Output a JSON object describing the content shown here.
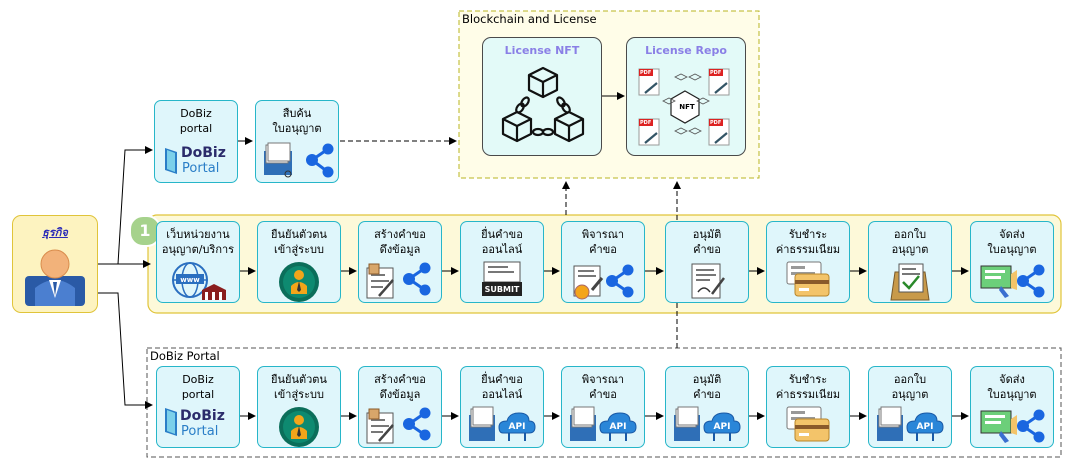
{
  "actor": {
    "label": "ธุรกิจ"
  },
  "top_row": {
    "dobiz_portal": {
      "line1": "DoBiz",
      "line2": "portal",
      "logo_top": "DoBiz",
      "logo_bottom": "Portal"
    },
    "search": {
      "line1": "สืบค้น",
      "line2": "ใบอนุญาต"
    }
  },
  "blockchain": {
    "title": "Blockchain and License",
    "nft_label": "License NFT",
    "repo_label": "License Repo",
    "repo_center": "NFT",
    "pdf_tag": "PDF"
  },
  "process1": {
    "number": "1",
    "steps": [
      {
        "line1": "เว็บหน่วยงาน",
        "line2": "อนุญาต/บริการ",
        "icon": "web-government-icon",
        "www": "www"
      },
      {
        "line1": "ยืนยันตัวตน",
        "line2": "เข้าสู่ระบบ",
        "icon": "user-check-icon"
      },
      {
        "line1": "สร้างคำขอ",
        "line2": "ดึงข้อมูล",
        "icon": "form-share-icon"
      },
      {
        "line1": "ยื่นคำขอ",
        "line2": "ออนไลน์",
        "icon": "submit-icon",
        "submit": "SUBMIT"
      },
      {
        "line1": "พิจารณา",
        "line2": "คำขอ",
        "icon": "review-icon"
      },
      {
        "line1": "อนุมัติ",
        "line2": "คำขอ",
        "icon": "approve-icon"
      },
      {
        "line1": "รับชำระ",
        "line2": "ค่าธรรมเนียม",
        "icon": "payment-icon"
      },
      {
        "line1": "ออกใบ",
        "line2": "อนุญาต",
        "icon": "issue-license-icon"
      },
      {
        "line1": "จัดส่ง",
        "line2": "ใบอนุญาต",
        "icon": "deliver-license-icon"
      }
    ]
  },
  "dobiz_group": {
    "title": "DoBiz Portal",
    "api": "API",
    "steps": [
      {
        "line1": "DoBiz",
        "line2": "portal",
        "icon": "dobiz-logo-icon"
      },
      {
        "line1": "ยืนยันตัวตน",
        "line2": "เข้าสู่ระบบ",
        "icon": "user-check-icon"
      },
      {
        "line1": "สร้างคำขอ",
        "line2": "ดึงข้อมูล",
        "icon": "form-share-icon"
      },
      {
        "line1": "ยื่นคำขอ",
        "line2": "ออนไลน์",
        "icon": "api-icon"
      },
      {
        "line1": "พิจารณา",
        "line2": "คำขอ",
        "icon": "api-icon"
      },
      {
        "line1": "อนุมัติ",
        "line2": "คำขอ",
        "icon": "api-icon"
      },
      {
        "line1": "รับชำระ",
        "line2": "ค่าธรรมเนียม",
        "icon": "payment-icon"
      },
      {
        "line1": "ออกใบ",
        "line2": "อนุญาต",
        "icon": "api-icon"
      },
      {
        "line1": "จัดส่ง",
        "line2": "ใบอนุญาต",
        "icon": "deliver-license-icon"
      }
    ]
  },
  "colors": {
    "box_fill": "#dff6fb",
    "box_border": "#27b6c9",
    "process_band_fill": "#fdf9d9",
    "process_band_border": "#e0c43a",
    "badge": "#a6d28c",
    "actor_fill": "#fdf3c0",
    "share_blue": "#1a66e0",
    "nft_label": "#8a7fe6"
  }
}
